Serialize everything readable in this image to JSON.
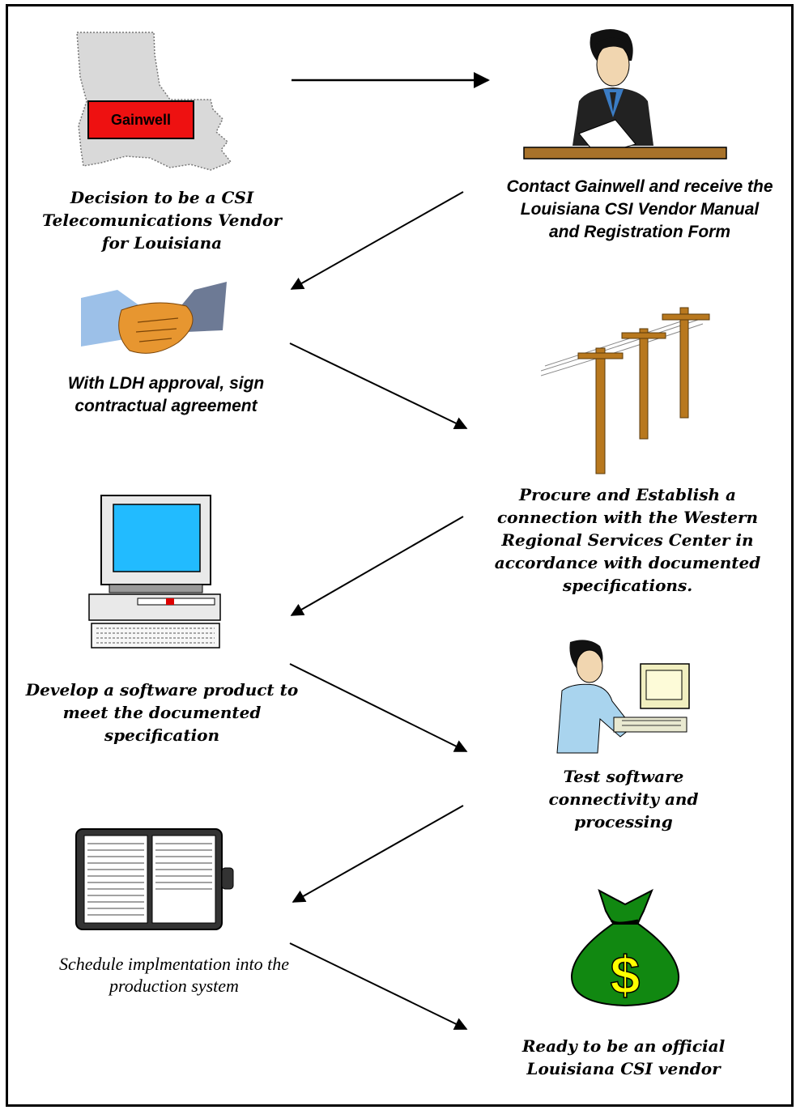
{
  "steps": {
    "decision": "Decision to be a CSI Telecomunications Vendor for Louisiana",
    "contact": "Contact Gainwell and receive the Louisiana CSI Vendor Manual and Registration Form",
    "approval": "With LDH approval, sign contractual agreement",
    "procure": "Procure and Establish a connection with the Western Regional Services Center in accordance with documented specifications.",
    "develop": "Develop a software product to meet the documented specification",
    "test": "Test software connectivity and processing",
    "schedule": "Schedule implmentation into the production system",
    "ready": "Ready to be an official Louisiana CSI vendor"
  },
  "map_label": "Gainwell",
  "icons": {
    "state": "louisiana-map-icon",
    "contact": "man-at-desk-icon",
    "approval": "handshake-icon",
    "procure": "telephone-poles-icon",
    "develop": "desktop-computer-icon",
    "test": "person-at-computer-icon",
    "schedule": "planner-notebook-icon",
    "ready": "money-bag-icon"
  },
  "colors": {
    "map_label_fill": "#ee1111",
    "monitor_screen": "#22bbff",
    "pole_wood": "#b8781e",
    "money_bag": "#118811",
    "dollar_sign": "#ffff00"
  }
}
